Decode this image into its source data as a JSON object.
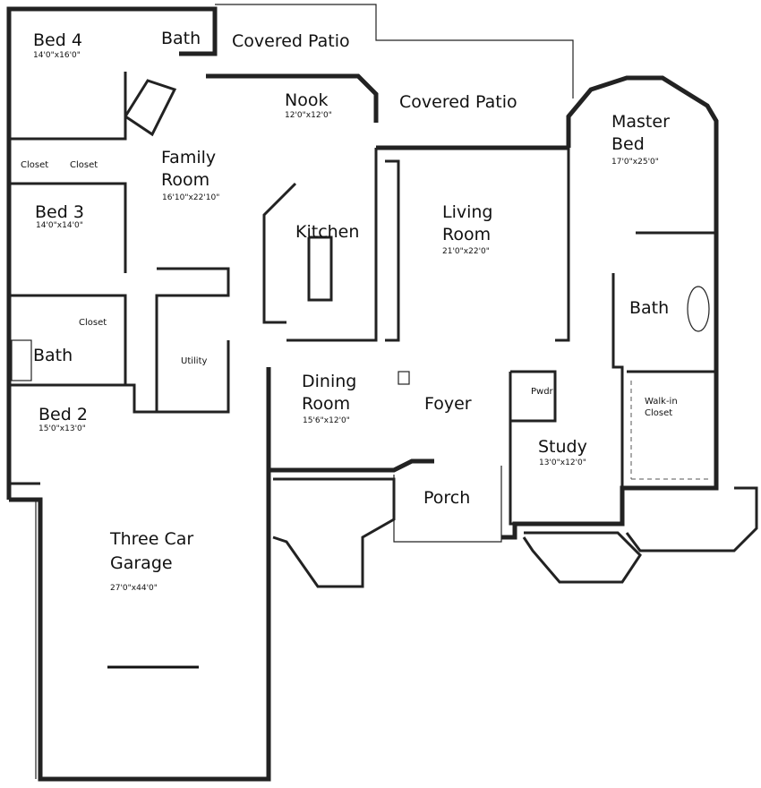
{
  "rooms": {
    "bed4": {
      "name": "Bed 4",
      "dim": "14'0\"x16'0\""
    },
    "bath_upper": {
      "name": "Bath"
    },
    "covered_patio_1": {
      "name": "Covered Patio"
    },
    "nook": {
      "name": "Nook",
      "dim": "12'0\"x12'0\""
    },
    "covered_patio_2": {
      "name": "Covered Patio"
    },
    "master_bed": {
      "name": "Master Bed",
      "line1": "Master",
      "line2": "Bed",
      "dim": "17'0\"x25'0\""
    },
    "closet_a": {
      "name": "Closet"
    },
    "closet_b": {
      "name": "Closet"
    },
    "family_room": {
      "line1": "Family",
      "line2": "Room",
      "dim": "16'10\"x22'10\""
    },
    "bed3": {
      "name": "Bed 3",
      "dim": "14'0\"x14'0\""
    },
    "kitchen": {
      "name": "Kitchen"
    },
    "living_room": {
      "line1": "Living",
      "line2": "Room",
      "dim": "21'0\"x22'0\""
    },
    "closet_c": {
      "name": "Closet"
    },
    "bath_left": {
      "name": "Bath"
    },
    "utility": {
      "name": "Utility"
    },
    "master_bath": {
      "name": "Bath"
    },
    "dining_room": {
      "line1": "Dining",
      "line2": "Room",
      "dim": "15'6\"x12'0\""
    },
    "foyer": {
      "name": "Foyer"
    },
    "powder": {
      "name": "Pwdr"
    },
    "walk_in_closet": {
      "line1": "Walk-in",
      "line2": "Closet"
    },
    "bed2": {
      "name": "Bed 2",
      "dim": "15'0\"x13'0\""
    },
    "study": {
      "name": "Study",
      "dim": "13'0\"x12'0\""
    },
    "porch": {
      "name": "Porch"
    },
    "garage": {
      "line1": "Three Car",
      "line2": "Garage",
      "dim": "27'0\"x44'0\""
    }
  }
}
